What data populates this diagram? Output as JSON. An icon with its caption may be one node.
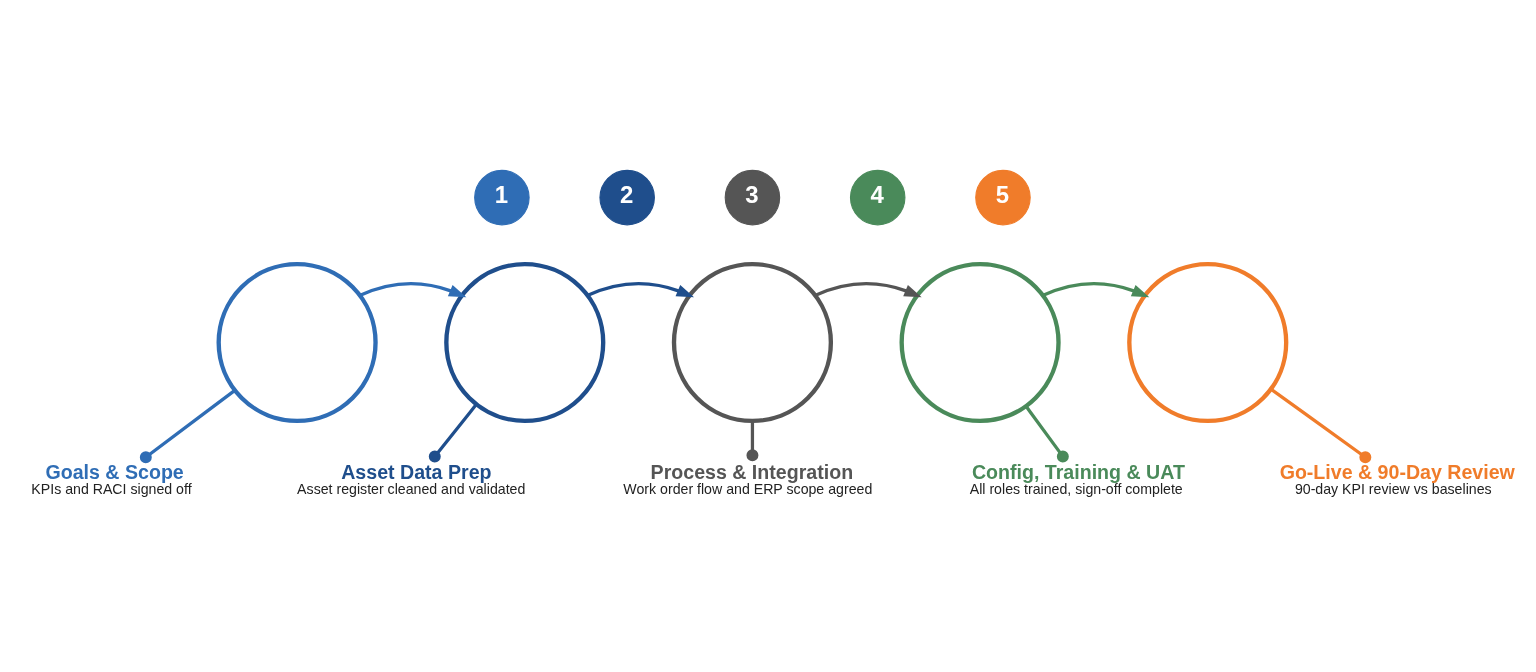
{
  "diagram": {
    "nodes": [
      {
        "text": [
          "1"
        ]
      },
      {
        "text": [
          "2"
        ]
      },
      {
        "text": [
          "3"
        ]
      },
      {
        "text": [
          "4"
        ]
      },
      {
        "text": [
          "5"
        ]
      },
      {
        "text": [],
        "shape": "circle"
      },
      {
        "text": [],
        "shape": "circle"
      },
      {
        "text": [],
        "shape": "circle"
      },
      {
        "text": [],
        "shape": "circle"
      },
      {
        "text": [],
        "shape": "circle"
      },
      {
        "text": [
          "Goals & Scope",
          "KPIs and RACI signed off"
        ]
      },
      {
        "text": [
          "Asset Data Prep",
          "Asset register cleaned and validated"
        ]
      },
      {
        "text": [
          "Process & Integration",
          "Work order flow and ERP scope agreed"
        ]
      },
      {
        "text": [
          "Config, Training & UAT",
          "All roles trained, sign-off complete"
        ]
      },
      {
        "text": [
          "Go-Live & 90-Day Review",
          "90-day KPI review vs baselines"
        ]
      }
    ],
    "edges": [
      {
        "from": 5,
        "to": 6,
        "arrow": "to",
        "color": "#2f6db5"
      },
      {
        "from": 6,
        "to": 7,
        "arrow": "to",
        "color": "#1f4e8c"
      },
      {
        "from": 7,
        "to": 8,
        "arrow": "to",
        "color": "#555555"
      },
      {
        "from": 8,
        "to": 9,
        "arrow": "to",
        "color": "#4a8a5a"
      },
      {
        "from": 5,
        "to": 10,
        "arrow": "other",
        "color": "#2f6db5"
      },
      {
        "from": 6,
        "to": 11,
        "arrow": "other",
        "color": "#1f4e8c"
      },
      {
        "from": 7,
        "to": 12,
        "arrow": "other",
        "color": "#555555"
      },
      {
        "from": 8,
        "to": 13,
        "arrow": "other",
        "color": "#4a8a5a"
      },
      {
        "from": 9,
        "to": 14,
        "arrow": "other",
        "color": "#f07c2a"
      }
    ]
  }
}
